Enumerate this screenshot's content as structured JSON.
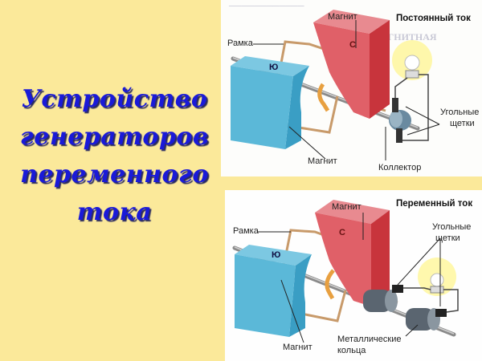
{
  "slide": {
    "title_lines": [
      "Устройство",
      "генераторов",
      "переменного",
      "тока"
    ],
    "background_color": "#fbe99a",
    "title_color": "#1a1ad8"
  },
  "dc_diagram": {
    "heading": "Постоянный ток",
    "labels": {
      "frame": "Рамка",
      "magnet_top": "Магнит",
      "magnet_bottom": "Магнит",
      "pole_south": "Ю",
      "pole_north": "С",
      "brushes": "Угольные\nщетки",
      "brushes_line1": "Угольные",
      "brushes_line2": "щетки",
      "commutator": "Коллектор"
    }
  },
  "ac_diagram": {
    "heading": "Переменный ток",
    "labels": {
      "frame": "Рамка",
      "magnet_top": "Магнит",
      "magnet_bottom": "Магнит",
      "pole_south": "Ю",
      "pole_north": "С",
      "brushes_line1": "Угольные",
      "brushes_line2": "щетки",
      "rings_line1": "Металлические",
      "rings_line2": "кольца"
    }
  },
  "colors": {
    "magnet_south": "#5bb8d8",
    "magnet_north": "#e06068",
    "frame_wire": "#c89a6a",
    "rings": "#5a6570"
  }
}
